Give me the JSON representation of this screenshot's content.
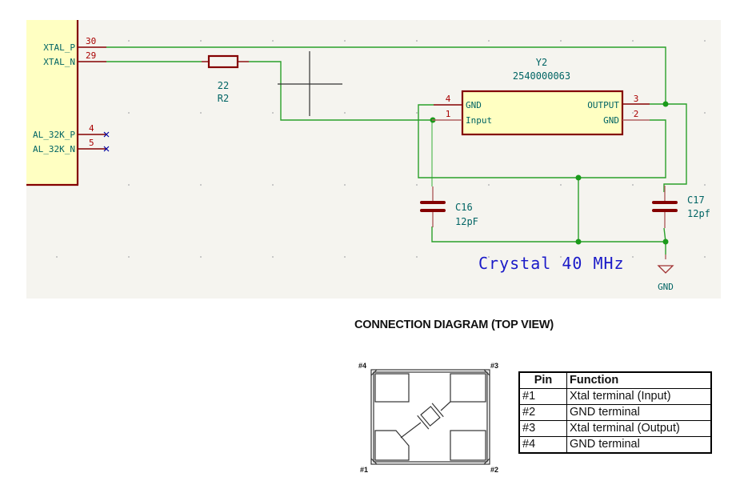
{
  "schematic": {
    "colors": {
      "background": "#f5f4ef",
      "wire": "#2aa02a",
      "wire_light": "#6cc46c",
      "symbol_outline": "#840000",
      "symbol_fill": "#ffffc2",
      "pin_number": "#a90000",
      "label_text": "#006464",
      "no_connect": "#0000a0",
      "note_text": "#1a1ac8",
      "junction": "#1a9a1a",
      "crosshair": "#333333",
      "grid_dot": "#c8c8c8"
    },
    "mcu": {
      "pins": [
        {
          "name": "XTAL_P",
          "number": "30"
        },
        {
          "name": "XTAL_N",
          "number": "29"
        },
        {
          "name": "AL_32K_P",
          "number": "4",
          "no_connect": true
        },
        {
          "name": "AL_32K_N",
          "number": "5",
          "no_connect": true
        }
      ]
    },
    "r2": {
      "value": "22",
      "ref": "R2"
    },
    "y2": {
      "ref": "Y2",
      "value": "2540000063",
      "left_pins": [
        {
          "name": "GND",
          "number": "4"
        },
        {
          "name": "Input",
          "number": "1"
        }
      ],
      "right_pins": [
        {
          "name": "OUTPUT",
          "number": "3"
        },
        {
          "name": "GND",
          "number": "2"
        }
      ]
    },
    "c16": {
      "ref": "C16",
      "value": "12pF"
    },
    "c17": {
      "ref": "C17",
      "value": "12pf"
    },
    "gnd_label": "GND",
    "note": "Crystal 40 MHz"
  },
  "connection_diagram": {
    "title": "CONNECTION DIAGRAM (TOP VIEW)",
    "package_pins": [
      "#1",
      "#2",
      "#3",
      "#4"
    ],
    "table": {
      "headers": [
        "Pin",
        "Function"
      ],
      "rows": [
        {
          "pin": "#1",
          "function": "Xtal terminal (Input)"
        },
        {
          "pin": "#2",
          "function": "GND terminal"
        },
        {
          "pin": "#3",
          "function": "Xtal terminal (Output)"
        },
        {
          "pin": "#4",
          "function": "GND terminal"
        }
      ]
    }
  }
}
